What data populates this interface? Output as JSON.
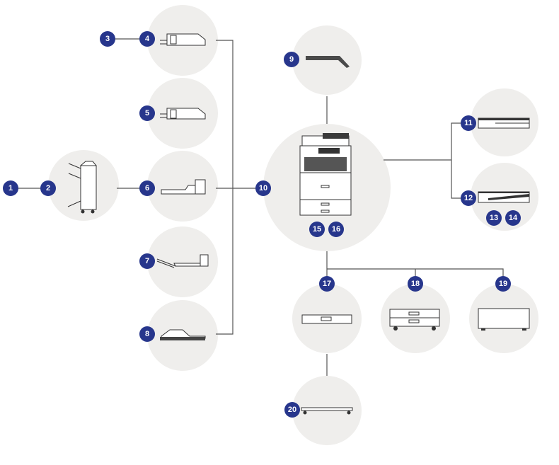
{
  "colors": {
    "badge": "#27368c",
    "circle_bg": "#efeeec",
    "line": "#555555",
    "equipment": "#333333"
  },
  "badges": {
    "b1": "1",
    "b2": "2",
    "b3": "3",
    "b4": "4",
    "b5": "5",
    "b6": "6",
    "b7": "7",
    "b8": "8",
    "b9": "9",
    "b10": "10",
    "b11": "11",
    "b12": "12",
    "b13": "13",
    "b14": "14",
    "b15": "15",
    "b16": "16",
    "b17": "17",
    "b18": "18",
    "b19": "19",
    "b20": "20"
  }
}
